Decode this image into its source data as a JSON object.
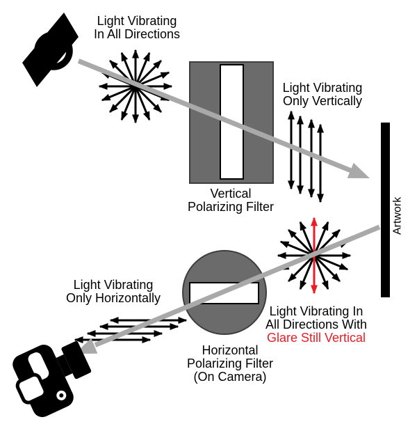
{
  "labels": {
    "source": {
      "l1": "Light Vibrating",
      "l2": "In All Directions"
    },
    "only_vertical": {
      "l1": "Light Vibrating",
      "l2": "Only Vertically"
    },
    "vertical_filter": {
      "l1": "Vertical",
      "l2": "Polarizing Filter"
    },
    "artwork": "Artwork",
    "only_horizontal": {
      "l1": "Light Vibrating",
      "l2": "Only Horizontally"
    },
    "reflected": {
      "l1": "Light Vibrating In",
      "l2": "All Directions With",
      "l3": "Glare Still Vertical"
    },
    "horizontal_filter": {
      "l1": "Horizontal",
      "l2": "Polarizing Filter",
      "l3": "(On Camera)"
    }
  },
  "colors": {
    "ink": "#000000",
    "filter_gray": "#6b6b6b",
    "beam_gray": "#a9a9a9",
    "glare_red": "#ed1c24",
    "background": "#ffffff"
  },
  "icons": [
    {
      "name": "spotlight-icon"
    },
    {
      "name": "camera-icon"
    }
  ]
}
